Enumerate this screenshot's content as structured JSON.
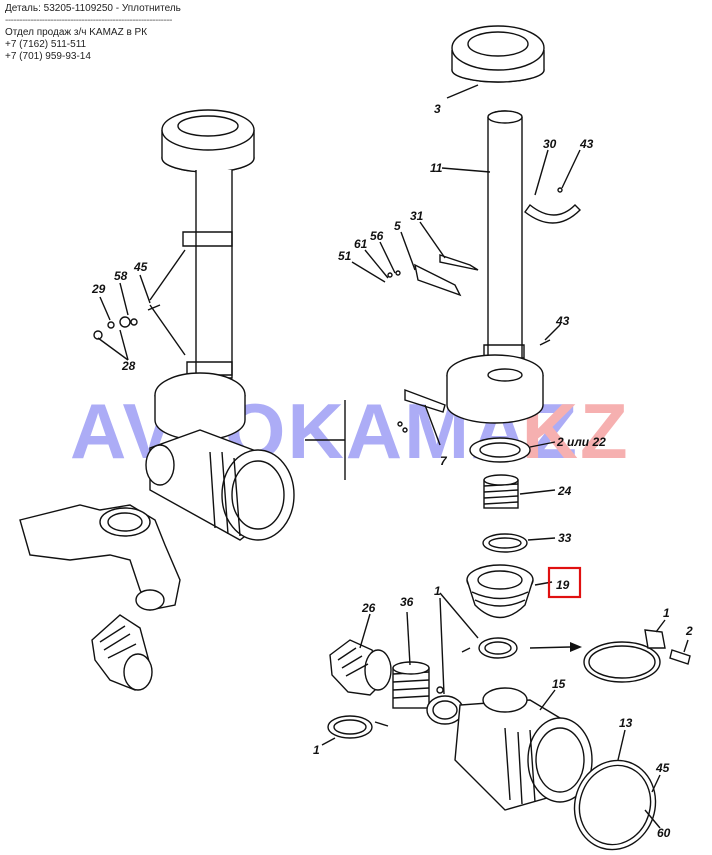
{
  "header": {
    "detail": "Деталь: 53205-1109250 - Уплотнитель",
    "separator": "-----------------------------------------------------------",
    "dept": "Отдел продаж з/ч KAMAZ в РК",
    "phone1": "+7 (7162) 511-511",
    "phone2": "+7 (701) 959-93-14"
  },
  "watermark": {
    "left": "AVTOKAMAZ",
    "right": ".KZ",
    "left_color": "#6a6af0",
    "right_color": "#f07070"
  },
  "highlight": {
    "label": "19",
    "color": "#e01010"
  },
  "labels": {
    "l3": "3",
    "l11": "11",
    "l30": "30",
    "l43a": "43",
    "l31": "31",
    "l5": "5",
    "l56": "56",
    "l61a": "61",
    "l51": "51",
    "l43b": "43",
    "l45a": "45",
    "l58": "58",
    "l29": "29",
    "l28": "28",
    "l22": "2 или 22",
    "l24": "24",
    "l33": "33",
    "l1a": "1",
    "l2": "2",
    "l26": "26",
    "l36": "36",
    "l1b": "1",
    "l15": "15",
    "l1c": "1",
    "l13": "13",
    "l45b": "45",
    "l60": "60",
    "l7": "7"
  }
}
